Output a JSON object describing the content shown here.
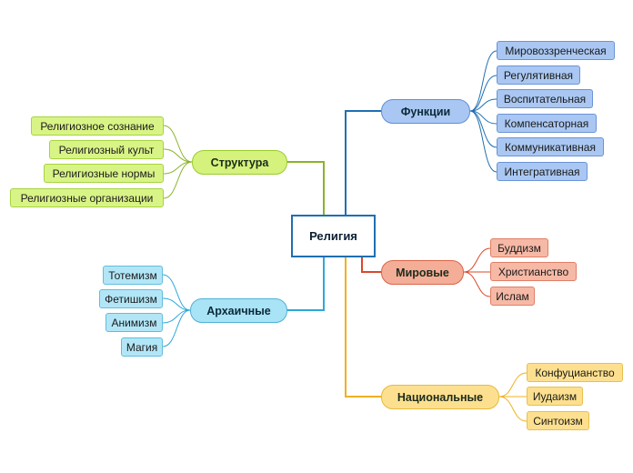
{
  "root": {
    "label": "Религия"
  },
  "branches": {
    "functions": {
      "label": "Функции",
      "items": [
        "Мировоззренческая",
        "Регулятивная",
        "Воспитательная",
        "Компенсаторная",
        "Коммуникативная",
        "Интегративная"
      ]
    },
    "world": {
      "label": "Мировые",
      "items": [
        "Буддизм",
        "Христианство",
        "Ислам"
      ]
    },
    "national": {
      "label": "Национальные",
      "items": [
        "Конфуцианство",
        "Иудаизм",
        "Синтоизм"
      ]
    },
    "structure": {
      "label": "Структура",
      "items": [
        "Религиозное сознание",
        "Религиозный культ",
        "Религиозные нормы",
        "Религиозные организации"
      ]
    },
    "archaic": {
      "label": "Архаичные",
      "items": [
        "Тотемизм",
        "Фетишизм",
        "Анимизм",
        "Магия"
      ]
    }
  },
  "colors": {
    "functions": "#1f6fb2",
    "world": "#d9482b",
    "national": "#f0b020",
    "structure": "#8ab32a",
    "archaic": "#2ea8d8"
  }
}
